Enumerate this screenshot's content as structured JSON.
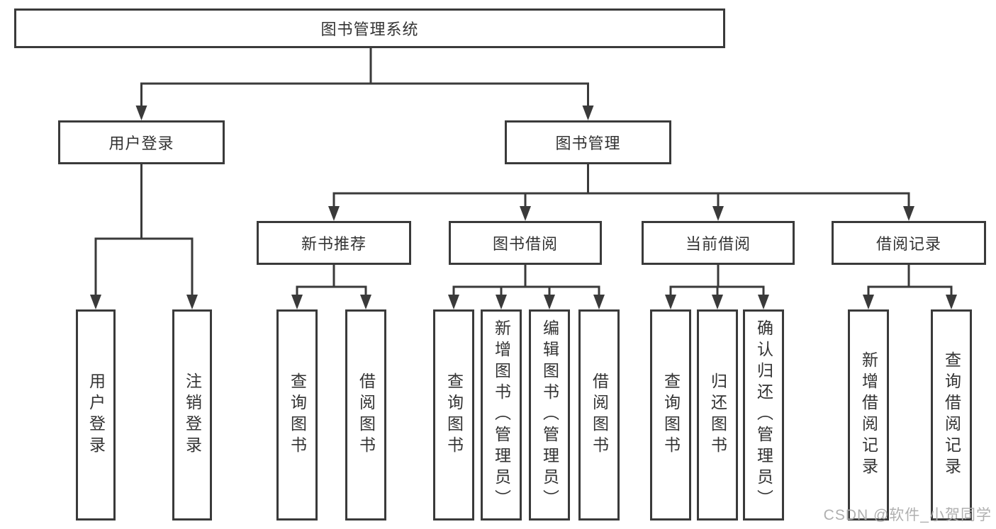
{
  "diagram": {
    "root": {
      "label": "图书管理系统"
    },
    "branches": [
      {
        "label": "用户登录",
        "children": [
          {
            "label": "用户登录"
          },
          {
            "label": "注销登录"
          }
        ]
      },
      {
        "label": "图书管理",
        "children": [
          {
            "label": "新书推荐",
            "children": [
              {
                "label": "查询图书"
              },
              {
                "label": "借阅图书"
              }
            ]
          },
          {
            "label": "图书借阅",
            "children": [
              {
                "label": "查询图书"
              },
              {
                "label": "新增图书（管理员）"
              },
              {
                "label": "编辑图书（管理员）"
              },
              {
                "label": "借阅图书"
              }
            ]
          },
          {
            "label": "当前借阅",
            "children": [
              {
                "label": "查询图书"
              },
              {
                "label": "归还图书"
              },
              {
                "label": "确认归还（管理员）"
              }
            ]
          },
          {
            "label": "借阅记录",
            "children": [
              {
                "label": "新增借阅记录"
              },
              {
                "label": "查询借阅记录"
              }
            ]
          }
        ]
      }
    ]
  },
  "watermark": {
    "text": "CSDN @软件_小贺同学"
  },
  "colors": {
    "line": "#3a3a3a",
    "text": "#333333",
    "background": "#ffffff",
    "watermark": "#acacac"
  }
}
